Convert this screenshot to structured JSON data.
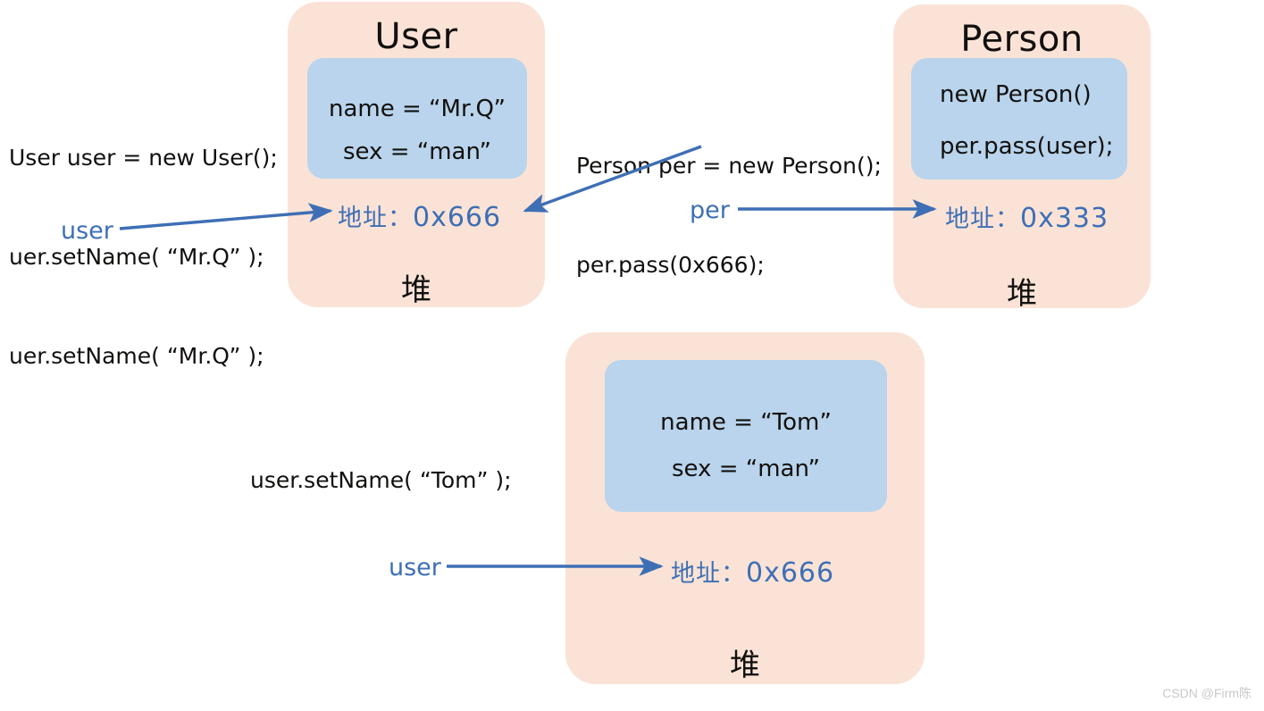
{
  "diagram": {
    "title_hidden": "Java 对象引用与堆内存传递示意图",
    "colors": {
      "heap_fill": "#FAE3D6",
      "field_fill": "#B9D4EC",
      "arrow": "#3E6FB5",
      "pointer_text": "#3E6FB5",
      "body_text": "#12100E",
      "background": "#FFFFFF",
      "watermark": "#C9C9C9"
    },
    "heap_label": "堆",
    "address_label": "地址："
  },
  "code_blocks": [
    {
      "name": "user-creation-code",
      "lines": [
        "User user = new User();",
        "uer.setName( “Mr.Q” );",
        "uer.setName( “Mr.Q” );"
      ]
    },
    {
      "name": "person-creation-code",
      "lines": [
        "Person per = new Person();",
        "per.pass(0x666);"
      ]
    },
    {
      "name": "setname-tom-code",
      "lines": [
        "user.setName( “Tom” );"
      ]
    }
  ],
  "cards": [
    {
      "id": "user-card",
      "title": "User",
      "fields": [
        "name =  “Mr.Q”",
        "sex =  “man”"
      ],
      "address_label": "地址：",
      "address_value": "0x666",
      "heap_word": "堆"
    },
    {
      "id": "person-card",
      "title": "Person",
      "fields": [
        "new Person()",
        "per.pass(user);"
      ],
      "address_label": "地址：",
      "address_value": "0x333",
      "heap_word": "堆"
    },
    {
      "id": "user-after-setname-card",
      "title": "",
      "fields": [
        "name =  “Tom”",
        "sex =  “man”"
      ],
      "address_label": "地址：",
      "address_value": "0x666",
      "heap_word": "堆"
    }
  ],
  "pointers": [
    {
      "id": "user-pointer-top",
      "label": "user"
    },
    {
      "id": "per-pointer",
      "label": "per"
    },
    {
      "id": "user-pointer-bottom",
      "label": "user"
    }
  ],
  "watermark": {
    "text": "CSDN @Firm陈"
  }
}
